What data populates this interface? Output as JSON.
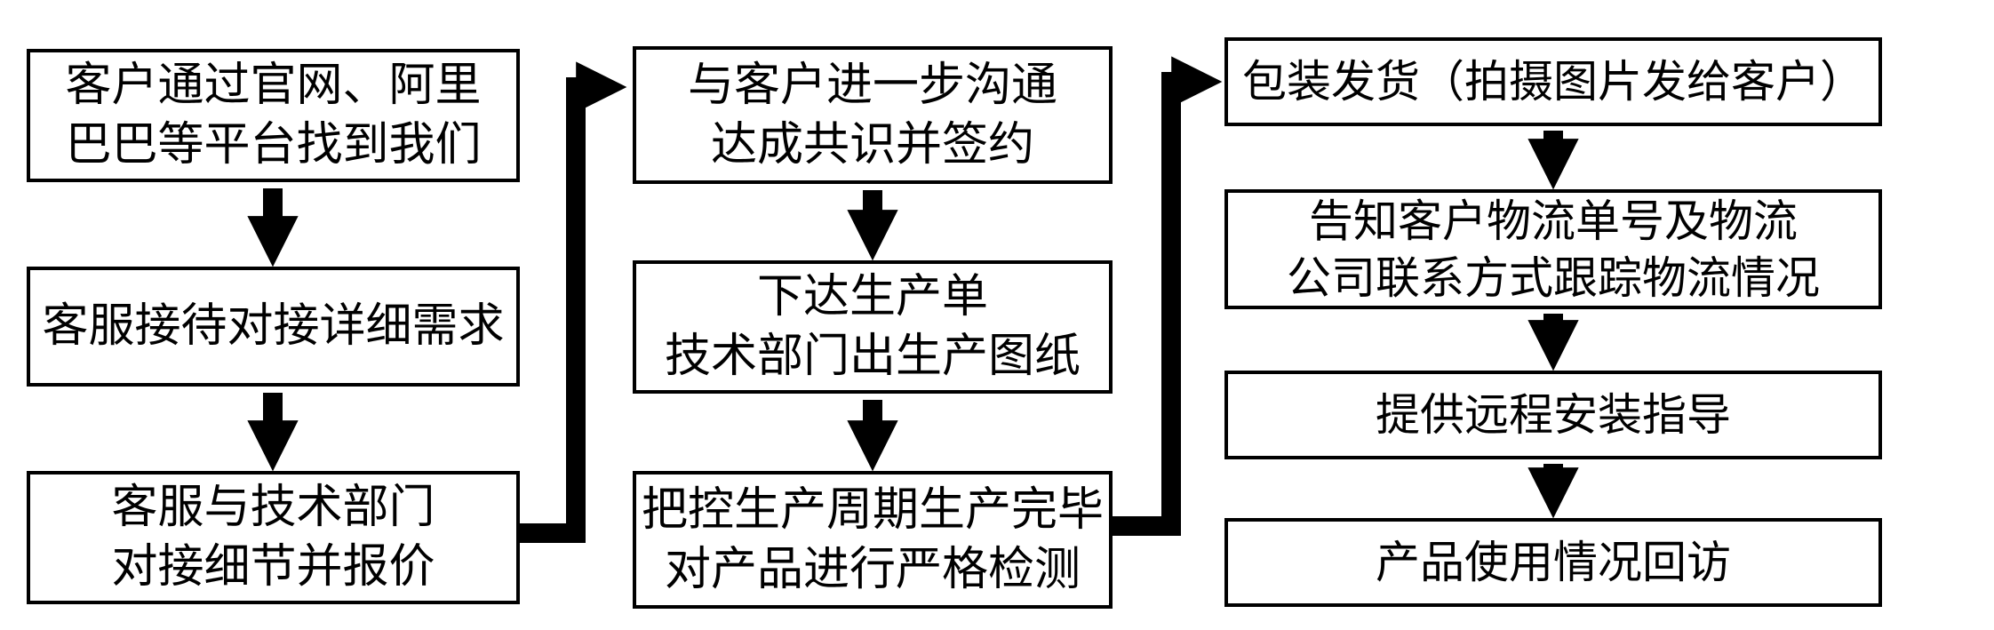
{
  "diagram": {
    "type": "flowchart",
    "background_color": "#ffffff",
    "box_border_color": "#000000",
    "arrow_color": "#000000",
    "text_color": "#000000",
    "columns": [
      {
        "steps": [
          {
            "label": "客户通过官网、阿里\n巴巴等平台找到我们"
          },
          {
            "label": "客服接待对接详细需求"
          },
          {
            "label": "客服与技术部门\n对接细节并报价"
          }
        ]
      },
      {
        "steps": [
          {
            "label": "与客户进一步沟通\n达成共识并签约"
          },
          {
            "label": "下达生产单\n技术部门出生产图纸"
          },
          {
            "label": "把控生产周期生产完毕\n对产品进行严格检测"
          }
        ]
      },
      {
        "steps": [
          {
            "label": "包装发货（拍摄图片发给客户）"
          },
          {
            "label": "告知客户物流单号及物流\n公司联系方式跟踪物流情况"
          },
          {
            "label": "提供远程安装指导"
          },
          {
            "label": "产品使用情况回访"
          }
        ]
      }
    ]
  }
}
